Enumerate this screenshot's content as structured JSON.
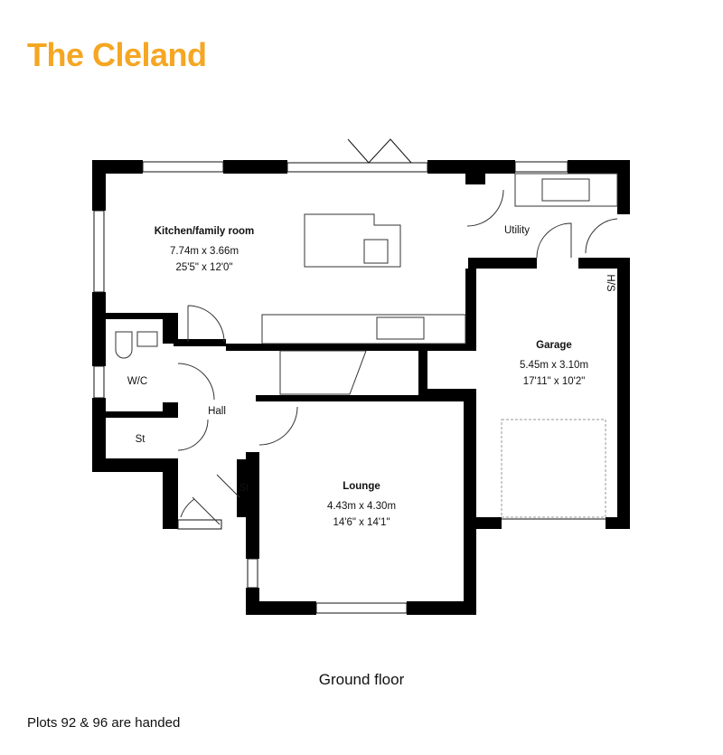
{
  "title": "The Cleland",
  "brand_color": "#f5a623",
  "floor_label": "Ground floor",
  "note": "Plots 92 & 96 are handed",
  "rooms": {
    "kitchen": {
      "name": "Kitchen/family room",
      "metric": "7.74m x 3.66m",
      "imperial": "25'5\" x 12'0\""
    },
    "utility": {
      "name": "Utility"
    },
    "garage": {
      "name": "Garage",
      "metric": "5.45m x 3.10m",
      "imperial": "17'11\" x 10'2\""
    },
    "wc": {
      "name": "W/C"
    },
    "hall": {
      "name": "Hall"
    },
    "store1": {
      "name": "St"
    },
    "store2": {
      "name": "St"
    },
    "lounge": {
      "name": "Lounge",
      "metric": "4.43m x 4.30m",
      "imperial": "14'6\" x 14'1\""
    },
    "hs": {
      "name": "H/S"
    }
  }
}
